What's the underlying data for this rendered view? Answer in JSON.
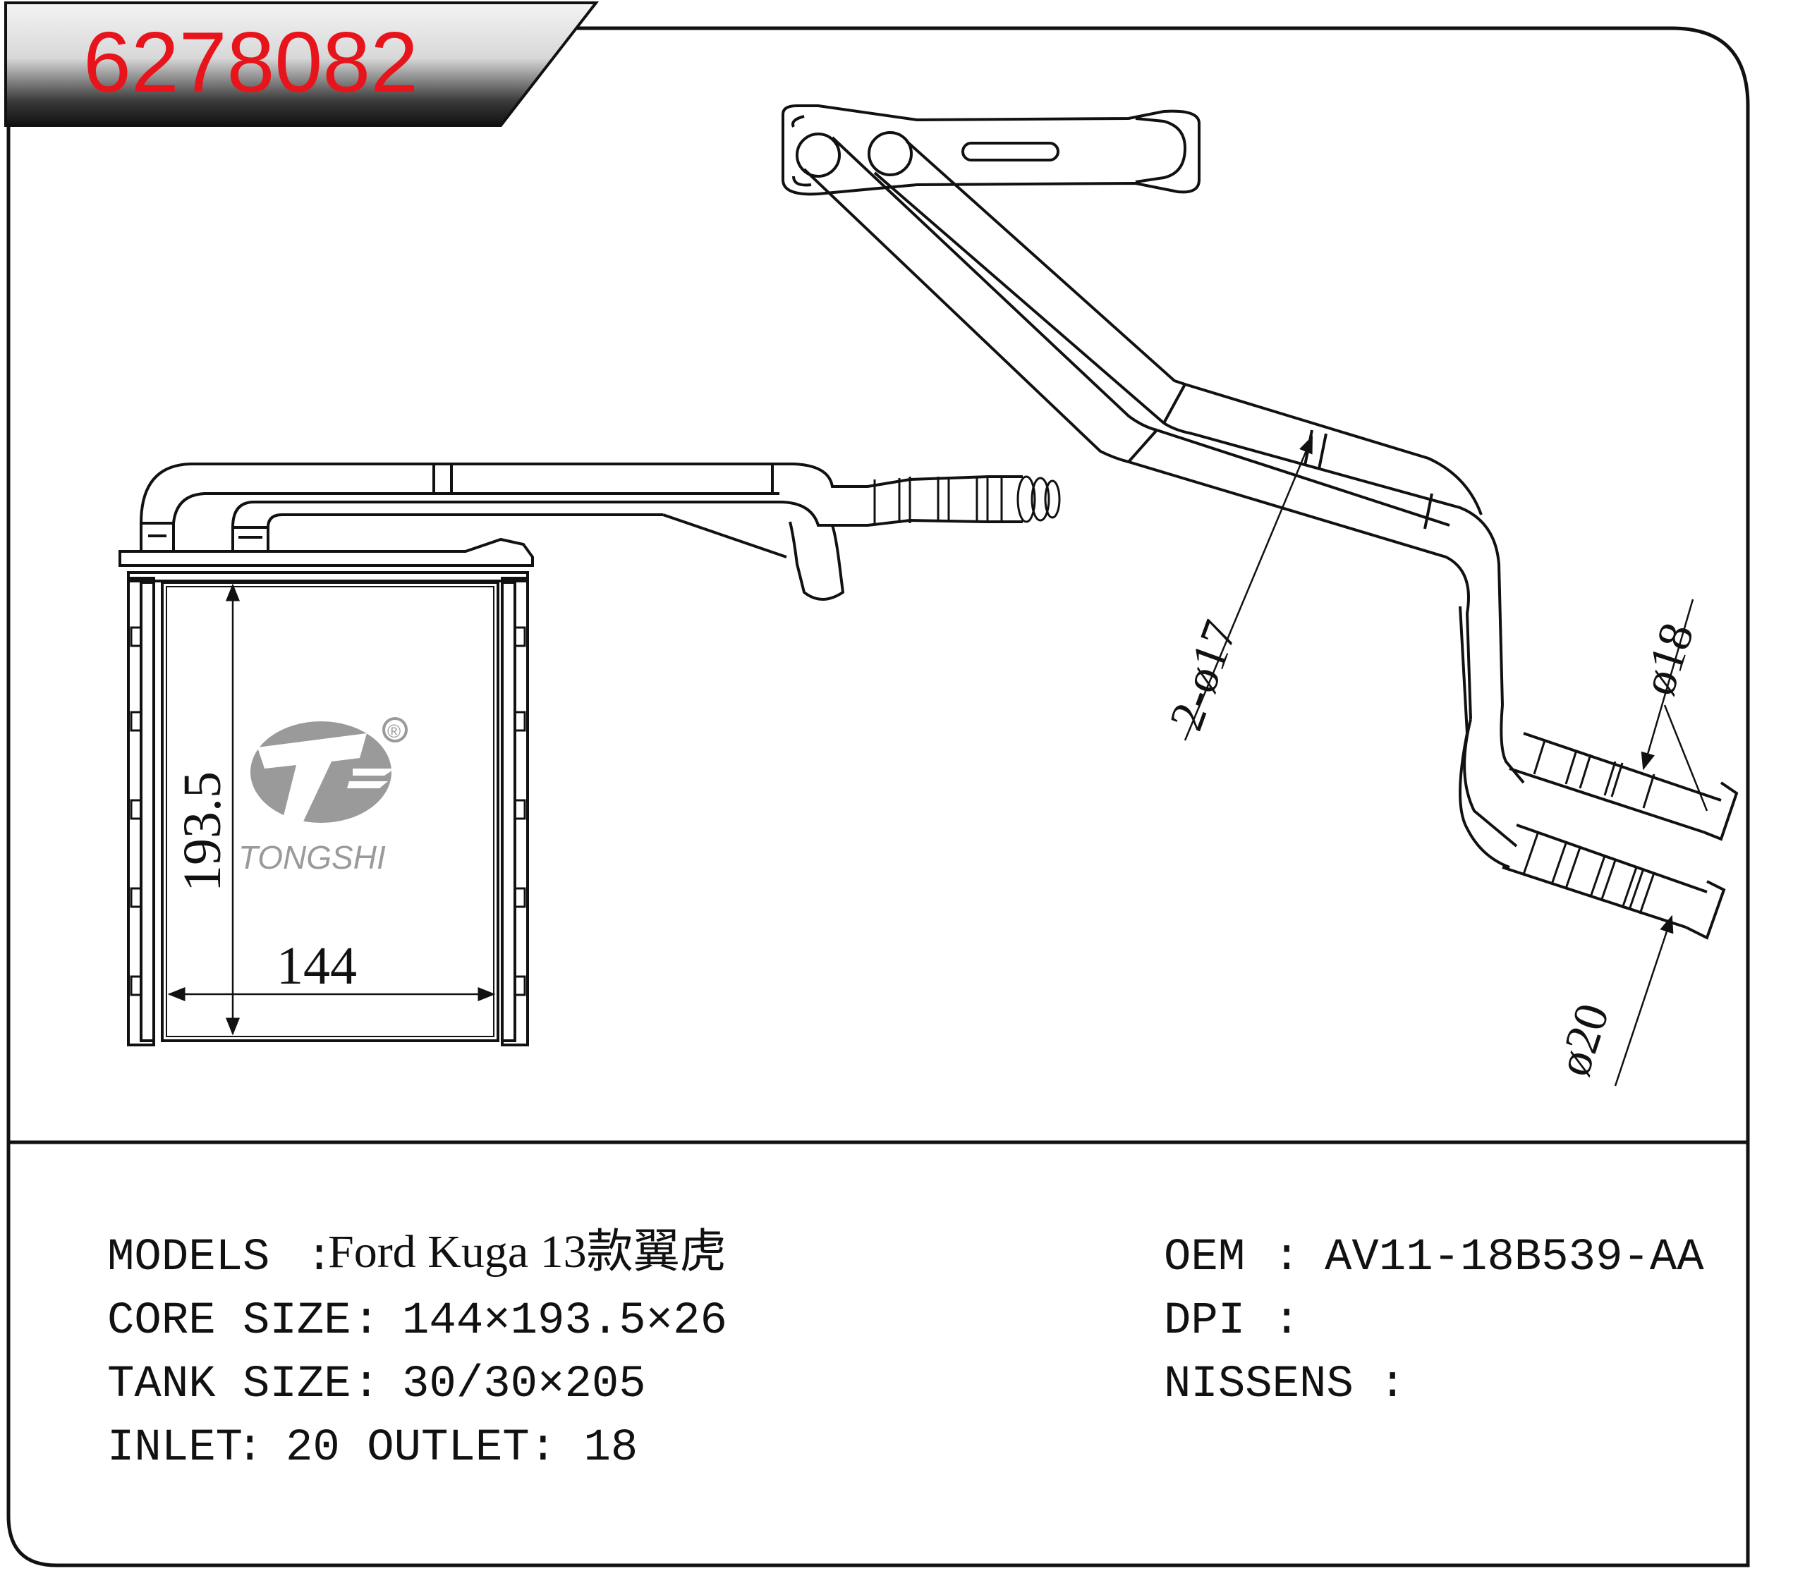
{
  "part_number": "6278082",
  "brand_logo_text": "TONGSHI",
  "registered_mark": "®",
  "dimensions": {
    "core_width": "144",
    "core_height": "193.5",
    "pipe_diameter_pair": "2-ø17",
    "outlet_diameter": "ø18",
    "inlet_diameter": "ø20"
  },
  "specs_left": [
    {
      "label": "MODELS",
      "sep": " :",
      "value": "Ford Kuga 13款翼虎"
    },
    {
      "label": "CORE SIZE",
      "sep": ":",
      "value": "144×193.5×26"
    },
    {
      "label": "TANK SIZE",
      "sep": ":",
      "value": "30/30×205"
    },
    {
      "label": "INLET",
      "sep": ":",
      "value": "20 OUTLET: 18"
    }
  ],
  "specs_right": [
    {
      "label": "OEM",
      "sep": ":",
      "value": "AV11-18B539-AA"
    },
    {
      "label": "DPI",
      "sep": ":",
      "value": ""
    },
    {
      "label": "NISSENS",
      "sep": ":",
      "value": ""
    }
  ],
  "colors": {
    "part_number_red": "#e8141c",
    "tag_dark": "#1a1a1a",
    "tag_light": "#f2f2f2",
    "line": "#111111",
    "logo_gray": "#9a9a9a"
  }
}
